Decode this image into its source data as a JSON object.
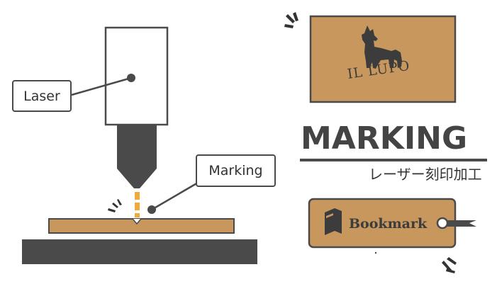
{
  "labels": {
    "laser": "Laser",
    "marking": "Marking"
  },
  "heading": {
    "title": "MARKING",
    "subtitle": "レーザー刻印加工"
  },
  "samples": {
    "plate_text": "IL LUPO",
    "tag_text": "Bookmark"
  },
  "colors": {
    "dark": "#4a4a4a",
    "wood": "#c8975d",
    "beam": "#f2a93b",
    "white": "#ffffff"
  },
  "icons": {
    "plate_icon": "wolf-icon",
    "tag_icon": "book-icon",
    "sparkle": "sparkle-icon"
  }
}
